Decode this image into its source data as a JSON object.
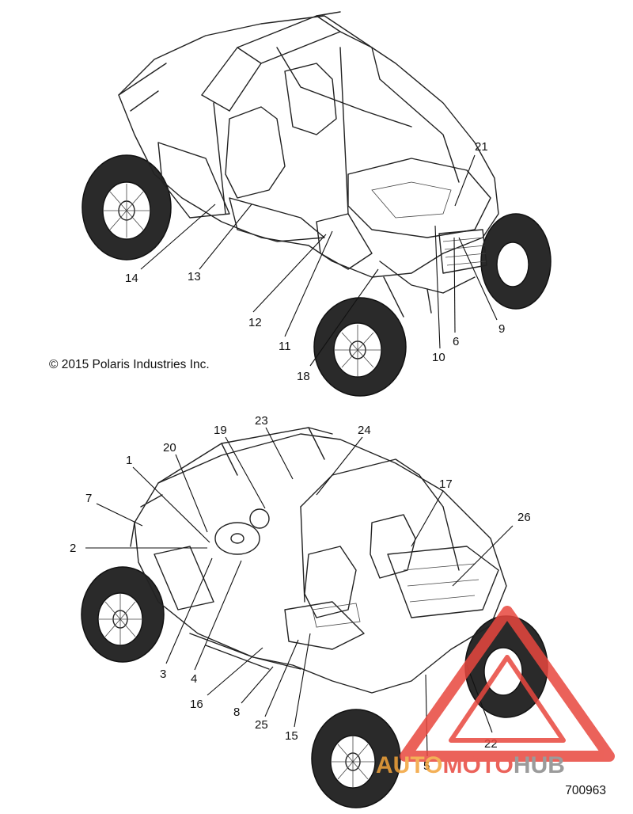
{
  "copyright": "© 2015 Polaris Industries Inc.",
  "part_number": "700963",
  "watermark": {
    "brand_part1": "AUTO",
    "brand_part2": "MOTO",
    "brand_part3": "HUB",
    "color_red": "#e8473e",
    "color_orange": "#f2a33a",
    "color_gray": "#8a8a8a"
  },
  "callouts_top": [
    "21",
    "14",
    "13",
    "12",
    "11",
    "18",
    "10",
    "6",
    "9"
  ],
  "callouts_bottom": [
    "23",
    "19",
    "24",
    "20",
    "1",
    "17",
    "7",
    "26",
    "2",
    "3",
    "4",
    "16",
    "8",
    "25",
    "15",
    "22",
    "5"
  ]
}
